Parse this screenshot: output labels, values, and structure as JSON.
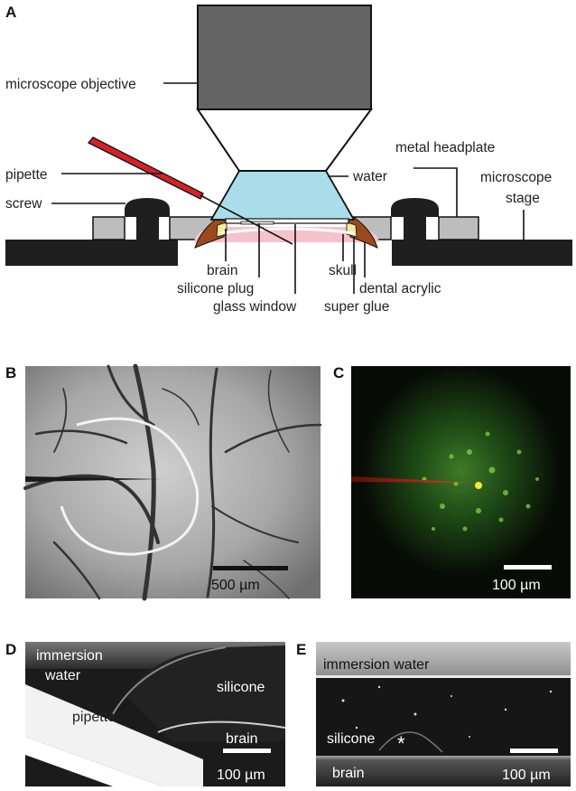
{
  "panels": {
    "A": {
      "letter": "A",
      "labels": {
        "microscope_objective": "microscope objective",
        "pipette": "pipette",
        "screw": "screw",
        "water": "water",
        "metal_headplate": "metal headplate",
        "microscope_stage_line1": "microscope",
        "microscope_stage_line2": "stage",
        "brain": "brain",
        "silicone_plug": "silicone plug",
        "glass_window": "glass window",
        "skull": "skull",
        "super_glue": "super glue",
        "dental_acrylic": "dental acrylic"
      }
    },
    "B": {
      "letter": "B",
      "scalebar": "500 µm"
    },
    "C": {
      "letter": "C",
      "scalebar": "100 µm"
    },
    "D": {
      "letter": "D",
      "immersion_line1": "immersion",
      "immersion_line2": "water",
      "silicone": "silicone",
      "pipette": "pipette",
      "brain": "brain",
      "scalebar": "100 µm"
    },
    "E": {
      "letter": "E",
      "immersion": "immersion water",
      "silicone": "silicone",
      "asterisk": "*",
      "brain": "brain",
      "scalebar": "100 µm"
    }
  },
  "colors": {
    "objective": "#646464",
    "water": "#a8dde9",
    "brain": "#f6c2cc",
    "pipette": "#d32128",
    "headplate": "#bdbdbd",
    "stage": "#1f1f1f",
    "dental_acrylic": "#9b4a1c",
    "super_glue": "#f3eba0"
  }
}
